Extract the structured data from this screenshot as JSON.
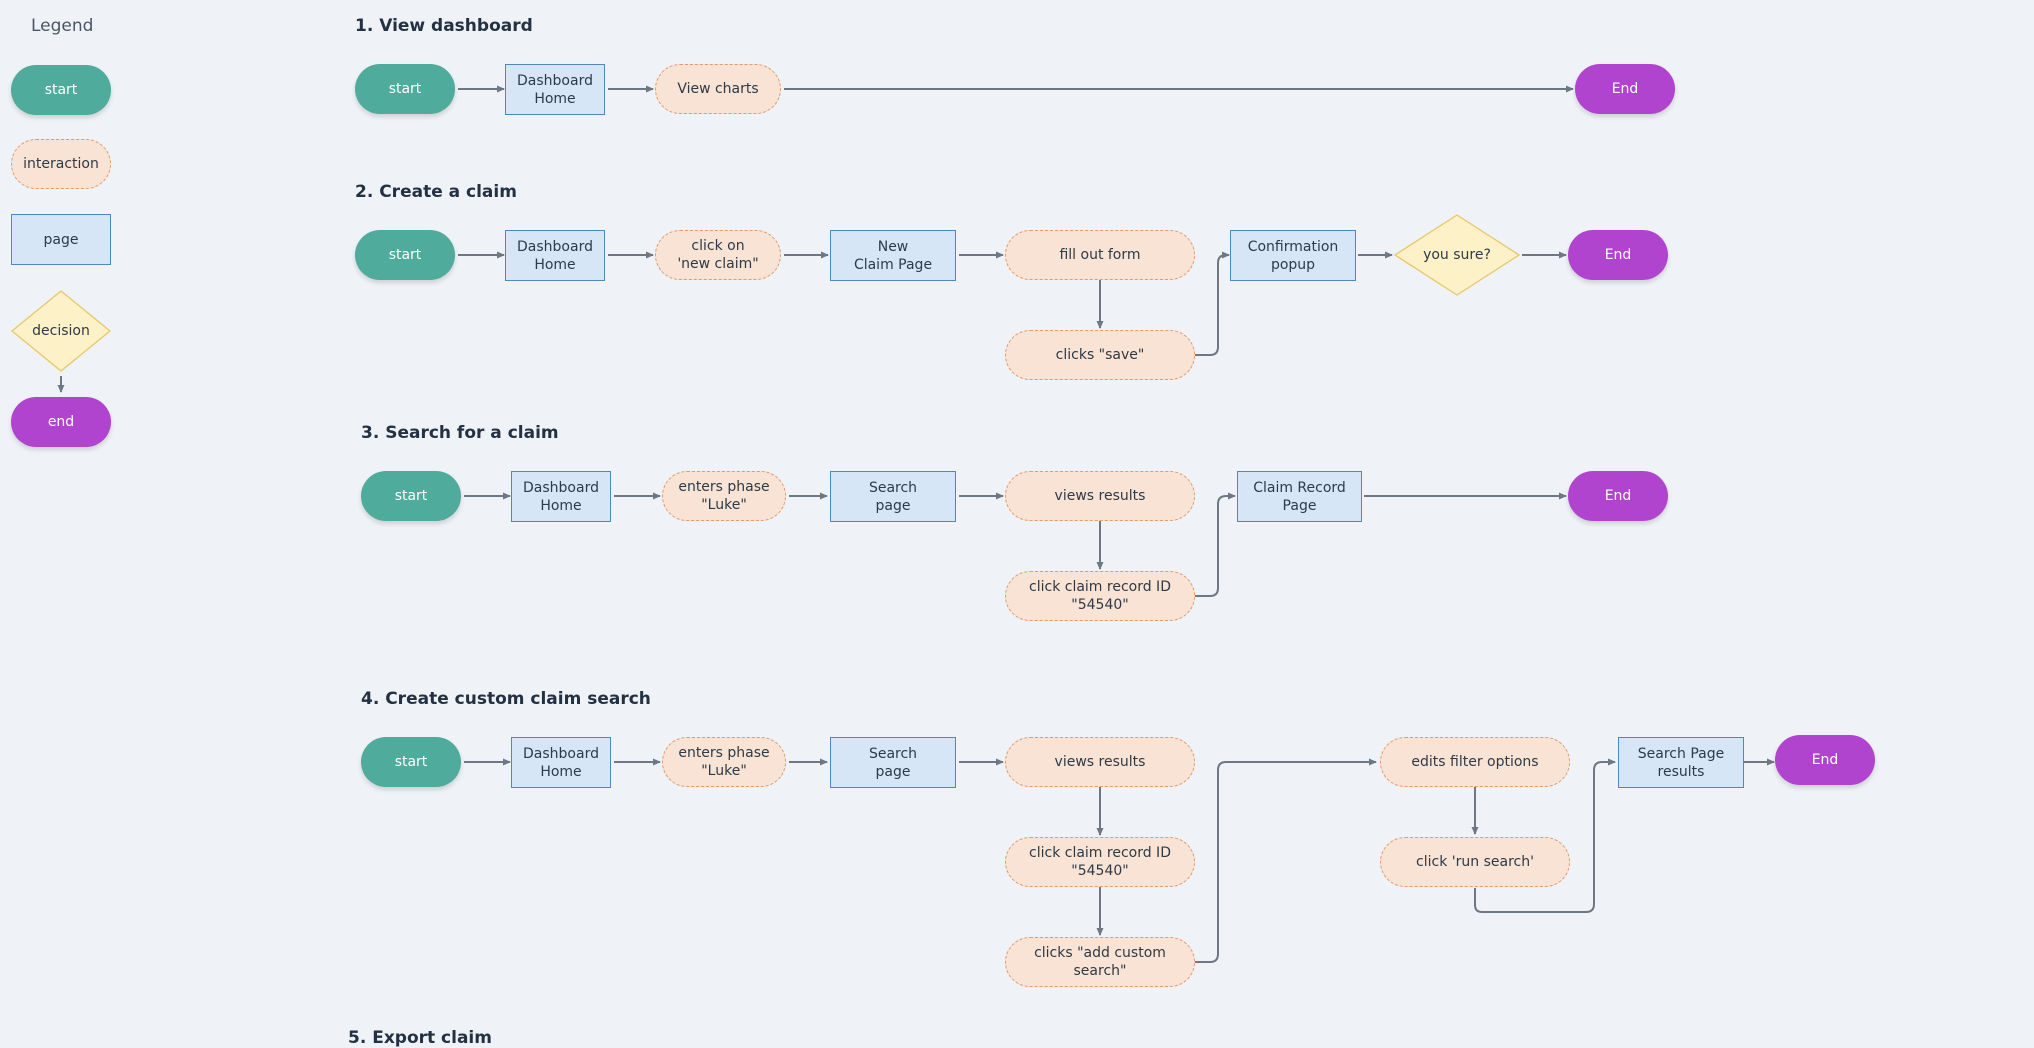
{
  "legend": {
    "title": "Legend",
    "start": "start",
    "interaction": "interaction",
    "page": "page",
    "decision": "decision",
    "end": "end"
  },
  "colors": {
    "start": "#4fab9b",
    "end": "#b044cf",
    "page_fill": "#d6e6f6",
    "page_border": "#4f86c9",
    "interaction_fill": "#f8e3d4",
    "interaction_border": "#e19a6d",
    "decision_fill": "#fdf1c8",
    "decision_border": "#eac767",
    "connector": "#6d7884",
    "background": "#eff3f7"
  },
  "flows": {
    "f1": {
      "title": "1. View dashboard",
      "start": "start",
      "dashboard": "Dashboard\nHome",
      "view_charts": "View charts",
      "end": "End"
    },
    "f2": {
      "title": "2. Create a claim",
      "start": "start",
      "dashboard": "Dashboard\nHome",
      "click_new_claim": "click on\n'new claim\"",
      "new_claim_page": "New\nClaim Page",
      "fill_form": "fill out form",
      "clicks_save": "clicks \"save\"",
      "confirmation": "Confirmation\npopup",
      "decision": "you sure?",
      "end": "End"
    },
    "f3": {
      "title": "3. Search for a claim",
      "start": "start",
      "dashboard": "Dashboard\nHome",
      "enters_phase": "enters phase\n\"Luke\"",
      "search_page": "Search\npage",
      "views_results": "views results",
      "click_record": "click claim record ID\n\"54540\"",
      "claim_record_page": "Claim Record\nPage",
      "end": "End"
    },
    "f4": {
      "title": "4. Create custom claim search",
      "start": "start",
      "dashboard": "Dashboard\nHome",
      "enters_phase": "enters phase\n\"Luke\"",
      "search_page": "Search\npage",
      "views_results": "views results",
      "click_record": "click claim record ID\n\"54540\"",
      "add_custom": "clicks \"add custom search\"",
      "edits_filter": "edits filter options",
      "run_search": "click 'run search'",
      "results_page": "Search Page\nresults",
      "end": "End"
    },
    "f5": {
      "title": "5. Export claim"
    }
  }
}
